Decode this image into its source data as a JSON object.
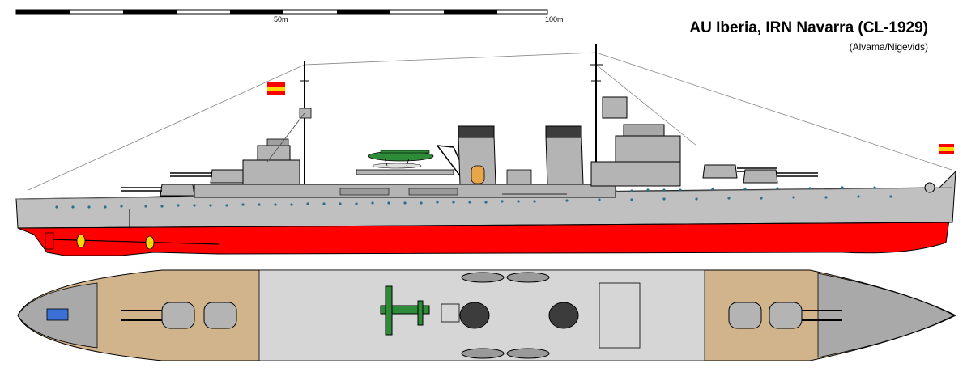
{
  "title": "AU Iberia, IRN Navarra (CL-1929)",
  "credit": "(Alvama/Nigevids)",
  "scale": {
    "mid_label": "50m",
    "end_label": "100m"
  },
  "colors": {
    "hull_gray": "#c0c0c0",
    "superstructure_gray": "#b4b4b4",
    "antifouling_red": "#ff0000",
    "deck_wood": "#d2b48c",
    "plane_green": "#2e8b3a",
    "funnel_dark": "#3c3c3c"
  },
  "flags": [
    "spain-flag-bow",
    "spain-flag-stern"
  ]
}
